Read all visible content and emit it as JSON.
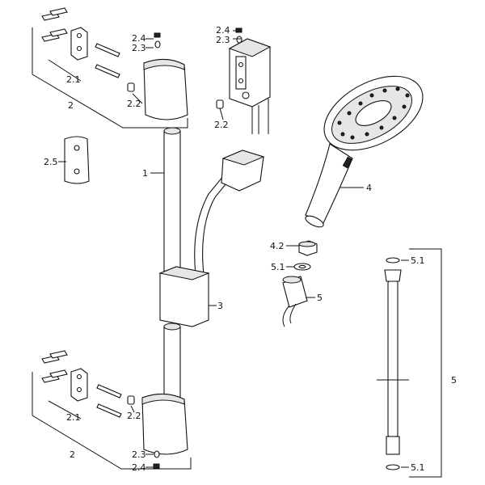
{
  "labels": {
    "l_2_1_top": "2.1",
    "l_2_top": "2",
    "l_2_4_a": "2.4",
    "l_2_3_a": "2.3",
    "l_2_2_a": "2.2",
    "l_2_4_b": "2.4",
    "l_2_3_b": "2.3",
    "l_2_2_b": "2.2",
    "l_2_5": "2.5",
    "l_1": "1",
    "l_4": "4",
    "l_4_2": "4.2",
    "l_5_1_a": "5.1",
    "l_5_a": "5",
    "l_5_1_b": "5.1",
    "l_5_b": "5",
    "l_5_1_c": "5.1",
    "l_3": "3",
    "l_2_1_bot": "2.1",
    "l_2_2_bot": "2.2",
    "l_2_bot": "2",
    "l_2_3_bot": "2.3",
    "l_2_4_bot": "2.4"
  }
}
